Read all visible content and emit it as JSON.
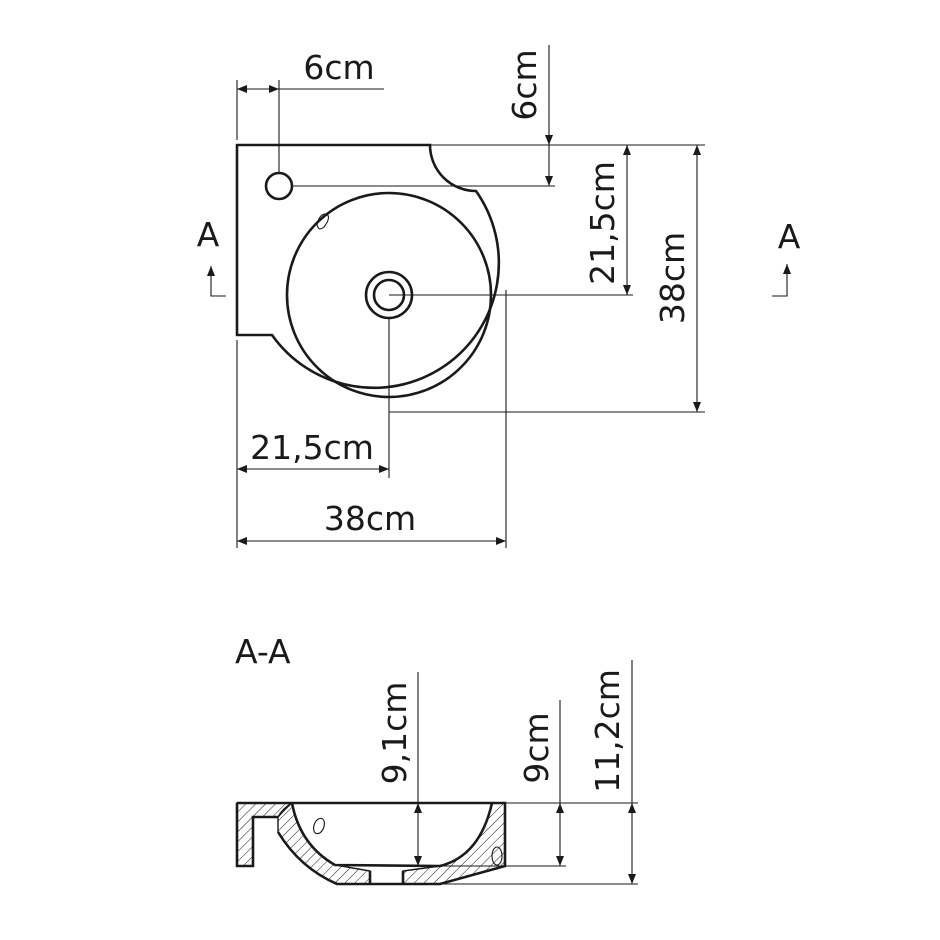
{
  "plan_view": {
    "dimensions": {
      "tap_hole_offset_x": "6cm",
      "tap_hole_offset_y": "6cm",
      "drain_offset_y": "21,5cm",
      "total_depth": "38cm",
      "drain_offset_x": "21,5cm",
      "total_width": "38cm"
    },
    "section_marker_left": "A",
    "section_marker_right": "A"
  },
  "section_view": {
    "title": "A-A",
    "dimensions": {
      "basin_depth": "9,1cm",
      "rim_height": "9cm",
      "total_height": "11,2cm"
    }
  },
  "colors": {
    "line": "#1a1a1a",
    "background": "#ffffff"
  }
}
